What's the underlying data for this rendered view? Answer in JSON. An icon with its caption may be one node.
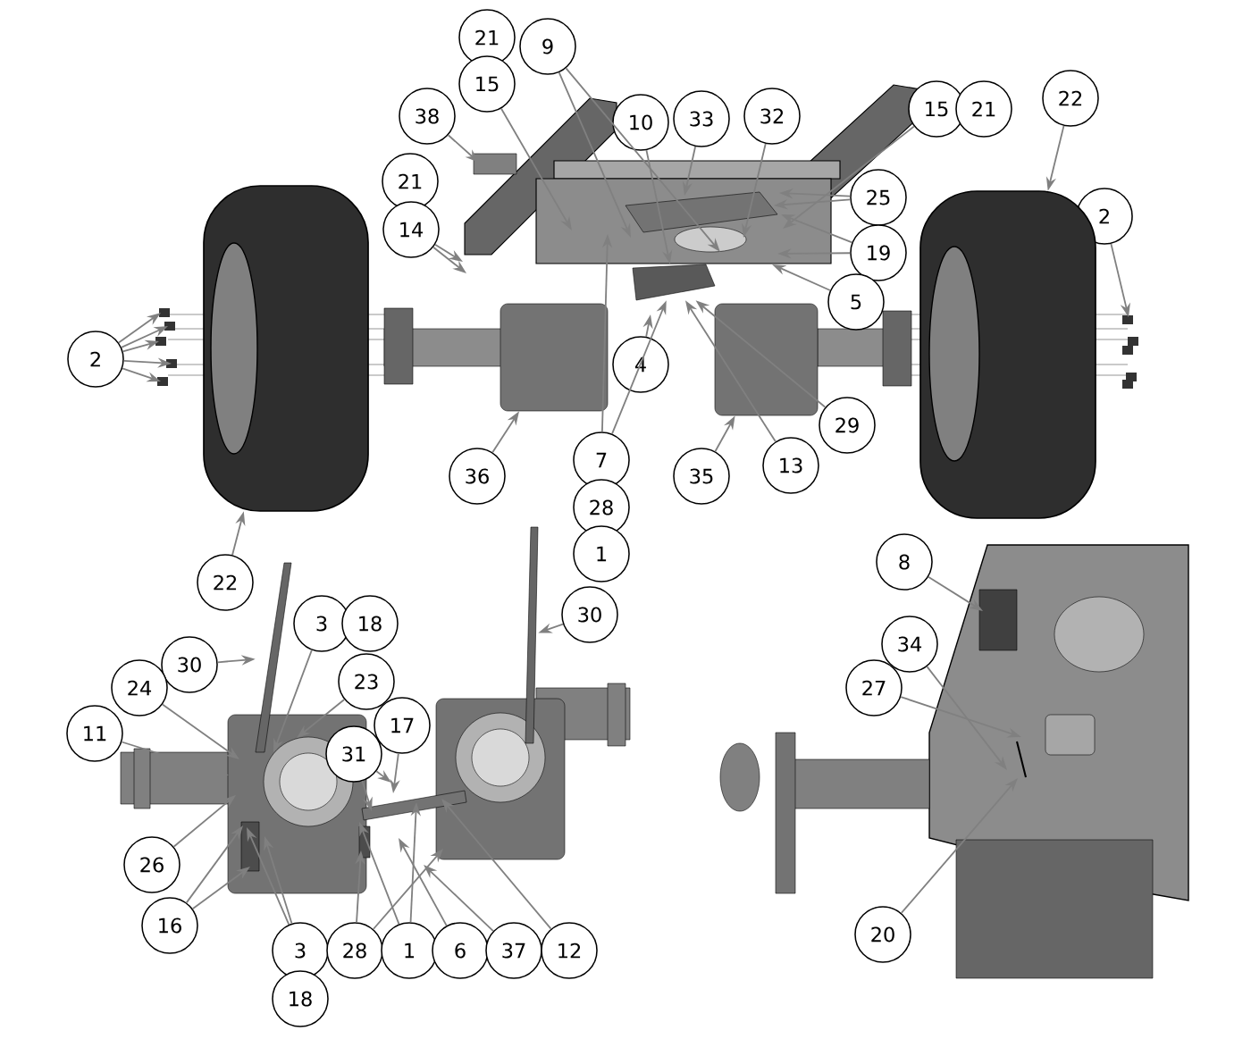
{
  "diagram": {
    "nodes": [
      {
        "text": [
          "21"
        ]
      },
      {
        "text": [
          "9"
        ]
      },
      {
        "text": [
          "15"
        ]
      },
      {
        "text": [
          "38"
        ]
      },
      {
        "text": [
          "10"
        ]
      },
      {
        "text": [
          "33"
        ]
      },
      {
        "text": [
          "32"
        ]
      },
      {
        "text": [
          "15"
        ]
      },
      {
        "text": [
          "21"
        ]
      },
      {
        "text": [
          "22"
        ]
      },
      {
        "text": [
          "21"
        ]
      },
      {
        "text": [
          "25"
        ]
      },
      {
        "text": [
          "14"
        ]
      },
      {
        "text": [
          "2"
        ]
      },
      {
        "text": [
          "19"
        ]
      },
      {
        "text": [
          "5"
        ]
      },
      {
        "text": [
          "2"
        ]
      },
      {
        "text": [
          "4"
        ]
      },
      {
        "text": [
          "29"
        ]
      },
      {
        "text": [
          "36"
        ]
      },
      {
        "text": [
          "7"
        ]
      },
      {
        "text": [
          "35"
        ]
      },
      {
        "text": [
          "13"
        ]
      },
      {
        "text": [
          "28"
        ]
      },
      {
        "text": [
          "1"
        ]
      },
      {
        "text": [
          "22"
        ]
      },
      {
        "text": [
          "8"
        ]
      },
      {
        "text": [
          "30"
        ]
      },
      {
        "text": [
          "3"
        ]
      },
      {
        "text": [
          "18"
        ]
      },
      {
        "text": [
          "34"
        ]
      },
      {
        "text": [
          "30"
        ]
      },
      {
        "text": [
          "23"
        ]
      },
      {
        "text": [
          "24"
        ]
      },
      {
        "text": [
          "27"
        ]
      },
      {
        "text": [
          "17"
        ]
      },
      {
        "text": [
          "11"
        ]
      },
      {
        "text": [
          "31"
        ]
      },
      {
        "text": [
          "26"
        ]
      },
      {
        "text": [
          "16"
        ]
      },
      {
        "text": [
          "20"
        ]
      },
      {
        "text": [
          "3"
        ]
      },
      {
        "text": [
          "28"
        ]
      },
      {
        "text": [
          "1"
        ]
      },
      {
        "text": [
          "6"
        ]
      },
      {
        "text": [
          "37"
        ]
      },
      {
        "text": [
          "12"
        ]
      },
      {
        "text": [
          "18"
        ]
      },
      {
        "text": [],
        "shape": "picture"
      },
      {
        "text": [],
        "shape": "box"
      },
      {
        "text": [],
        "shape": "box"
      },
      {
        "text": [],
        "shape": "picture"
      },
      {
        "text": [],
        "shape": "bar"
      },
      {
        "text": [],
        "shape": "bar"
      },
      {
        "text": [],
        "shape": "bar"
      }
    ],
    "edges": [
      {
        "from": 1,
        "to": null,
        "arrow": "to"
      },
      {
        "from": 1,
        "to": null,
        "arrow": "to"
      },
      {
        "from": 2,
        "to": null,
        "arrow": "to"
      },
      {
        "from": 3,
        "to": null,
        "arrow": "to"
      },
      {
        "from": 4,
        "to": 54,
        "arrow": "to"
      },
      {
        "from": 5,
        "to": null,
        "arrow": "to"
      },
      {
        "from": 6,
        "to": null,
        "arrow": "to"
      },
      {
        "from": 7,
        "to": null,
        "arrow": "to"
      },
      {
        "from": 9,
        "to": 51,
        "arrow": "to"
      },
      {
        "from": 11,
        "to": null,
        "arrow": "to"
      },
      {
        "from": 11,
        "to": null,
        "arrow": "to"
      },
      {
        "from": 12,
        "to": null,
        "arrow": "to"
      },
      {
        "from": 12,
        "to": null,
        "arrow": "to"
      },
      {
        "from": 13,
        "to": null,
        "arrow": "to"
      },
      {
        "from": 14,
        "to": null,
        "arrow": "to"
      },
      {
        "from": 14,
        "to": null,
        "arrow": "to"
      },
      {
        "from": 15,
        "to": null,
        "arrow": "to"
      },
      {
        "from": 16,
        "to": null,
        "arrow": "to"
      },
      {
        "from": 16,
        "to": null,
        "arrow": "to"
      },
      {
        "from": 16,
        "to": null,
        "arrow": "to"
      },
      {
        "from": 16,
        "to": null,
        "arrow": "to"
      },
      {
        "from": 16,
        "to": null,
        "arrow": "to"
      },
      {
        "from": 17,
        "to": null,
        "arrow": "to"
      },
      {
        "from": 18,
        "to": 54,
        "arrow": "to"
      },
      {
        "from": 19,
        "to": 49,
        "arrow": "to"
      },
      {
        "from": 20,
        "to": null,
        "arrow": "to"
      },
      {
        "from": 20,
        "to": 54,
        "arrow": "to"
      },
      {
        "from": 21,
        "to": 50,
        "arrow": "to"
      },
      {
        "from": 22,
        "to": 54,
        "arrow": "to"
      },
      {
        "from": 25,
        "to": 48,
        "arrow": "to"
      },
      {
        "from": 26,
        "to": null,
        "arrow": "to"
      },
      {
        "from": 27,
        "to": 53,
        "arrow": "to"
      },
      {
        "from": 28,
        "to": 52,
        "arrow": "to"
      },
      {
        "from": 30,
        "to": null,
        "arrow": "to"
      },
      {
        "from": 31,
        "to": 52,
        "arrow": "to"
      },
      {
        "from": 32,
        "to": null,
        "arrow": "to"
      },
      {
        "from": 33,
        "to": null,
        "arrow": "to"
      },
      {
        "from": 34,
        "to": null,
        "arrow": "to"
      },
      {
        "from": 35,
        "to": null,
        "arrow": "to"
      },
      {
        "from": 36,
        "to": null,
        "arrow": "to"
      },
      {
        "from": 37,
        "to": null,
        "arrow": "to"
      },
      {
        "from": 37,
        "to": null,
        "arrow": "to"
      },
      {
        "from": 38,
        "to": null,
        "arrow": "to"
      },
      {
        "from": 39,
        "to": null,
        "arrow": "to"
      },
      {
        "from": 39,
        "to": null,
        "arrow": "to"
      },
      {
        "from": 40,
        "to": null,
        "arrow": "to"
      },
      {
        "from": 41,
        "to": null,
        "arrow": "to"
      },
      {
        "from": 41,
        "to": null,
        "arrow": "to"
      },
      {
        "from": 42,
        "to": null,
        "arrow": "to"
      },
      {
        "from": 42,
        "to": null,
        "arrow": "to"
      },
      {
        "from": 43,
        "to": null,
        "arrow": "to"
      },
      {
        "from": 43,
        "to": null,
        "arrow": "to"
      },
      {
        "from": 44,
        "to": null,
        "arrow": "to"
      },
      {
        "from": 45,
        "to": null,
        "arrow": "to"
      },
      {
        "from": 46,
        "to": null,
        "arrow": "to"
      }
    ]
  }
}
